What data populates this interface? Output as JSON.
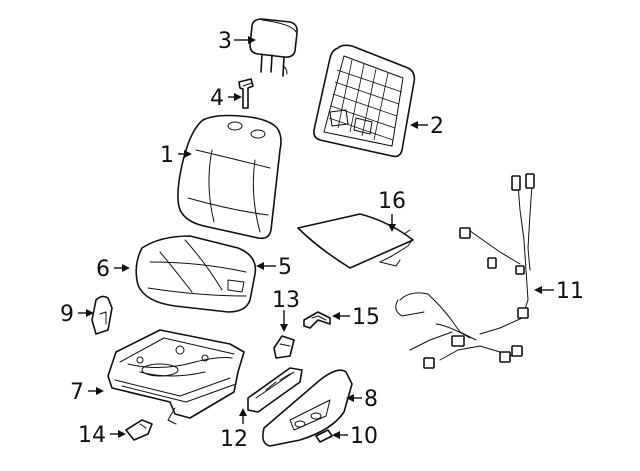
{
  "callouts": {
    "c1": "1",
    "c2": "2",
    "c3": "3",
    "c4": "4",
    "c5": "5",
    "c6": "6",
    "c7": "7",
    "c8": "8",
    "c9": "9",
    "c10": "10",
    "c11": "11",
    "c12": "12",
    "c13": "13",
    "c14": "14",
    "c15": "15",
    "c16": "16"
  },
  "colors": {
    "line": "#111111",
    "background": "#ffffff"
  }
}
